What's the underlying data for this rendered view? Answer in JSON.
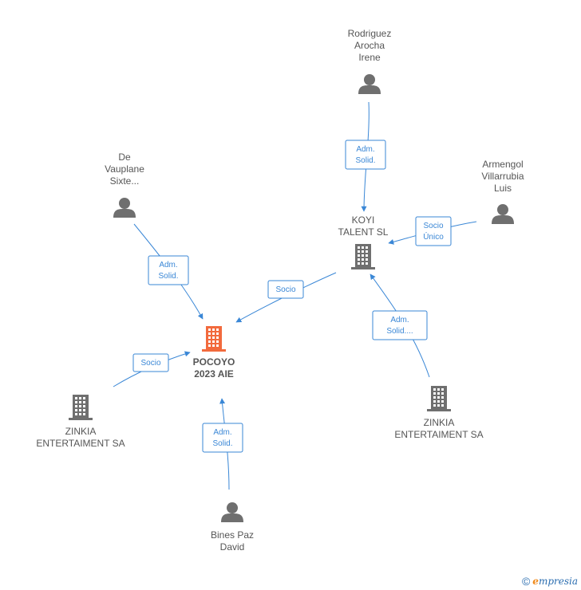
{
  "nodes": [
    {
      "id": "pocoyo",
      "type": "company",
      "main": true,
      "lines": [
        "POCOYO",
        "2023  AIE"
      ]
    },
    {
      "id": "koyi",
      "type": "company",
      "main": false,
      "lines": [
        "KOYI",
        "TALENT  SL"
      ]
    },
    {
      "id": "zinkia1",
      "type": "company",
      "main": false,
      "lines": [
        "ZINKIA",
        "ENTERTAIMENT SA"
      ]
    },
    {
      "id": "zinkia2",
      "type": "company",
      "main": false,
      "lines": [
        "ZINKIA",
        "ENTERTAIMENT SA"
      ]
    },
    {
      "id": "rodriguez",
      "type": "person",
      "main": false,
      "lines": [
        "Rodriguez",
        "Arocha",
        "Irene"
      ]
    },
    {
      "id": "armengol",
      "type": "person",
      "main": false,
      "lines": [
        "Armengol",
        "Villarrubia",
        "Luis"
      ]
    },
    {
      "id": "vauplane",
      "type": "person",
      "main": false,
      "lines": [
        "De",
        "Vauplane",
        "Sixte..."
      ]
    },
    {
      "id": "bines",
      "type": "person",
      "main": false,
      "lines": [
        "Bines Paz",
        "David"
      ]
    }
  ],
  "edges": [
    {
      "from": "rodriguez",
      "to": "koyi",
      "lines": [
        "Adm.",
        "Solid."
      ]
    },
    {
      "from": "armengol",
      "to": "koyi",
      "lines": [
        "Socio",
        "Único"
      ]
    },
    {
      "from": "zinkia2",
      "to": "koyi",
      "lines": [
        "Adm.",
        "Solid...."
      ]
    },
    {
      "from": "koyi",
      "to": "pocoyo",
      "lines": [
        "Socio"
      ]
    },
    {
      "from": "vauplane",
      "to": "pocoyo",
      "lines": [
        "Adm.",
        "Solid."
      ]
    },
    {
      "from": "zinkia1",
      "to": "pocoyo",
      "lines": [
        "Socio"
      ]
    },
    {
      "from": "bines",
      "to": "pocoyo",
      "lines": [
        "Adm.",
        "Solid."
      ]
    }
  ],
  "colors": {
    "edge": "#3a87d6",
    "node_icon": "#6f6f6f",
    "main_icon": "#f26a3d",
    "label": "#555555"
  },
  "footer": {
    "copyright": "©",
    "brand_first": "e",
    "brand_rest": "mpresia"
  }
}
